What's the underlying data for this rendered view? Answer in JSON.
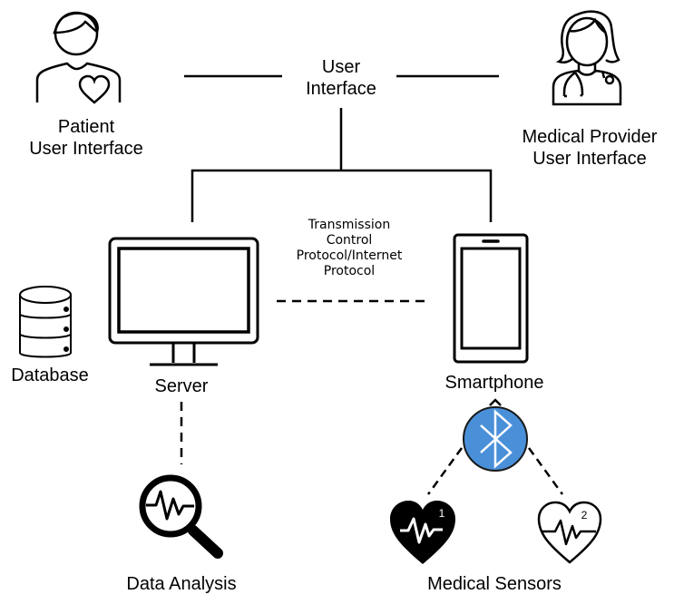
{
  "title": "User Interface",
  "colors": {
    "bluetooth": "#4a90d9",
    "stroke": "#000000"
  },
  "nodes": {
    "patient": {
      "line1": "Patient",
      "line2": "User Interface",
      "icon": "patient-heart-icon"
    },
    "provider": {
      "line1": "Medical Provider",
      "line2": "User Interface",
      "icon": "doctor-stethoscope-icon"
    },
    "ui": {
      "line1": "User",
      "line2": "Interface"
    },
    "server": {
      "label": "Server",
      "icon": "monitor-icon"
    },
    "database": {
      "label": "Database",
      "icon": "database-icon"
    },
    "smartphone": {
      "label": "Smartphone",
      "icon": "smartphone-icon"
    },
    "protocol": {
      "lines": [
        "Transmission",
        "Control",
        "Protocol/Internet",
        "Protocol"
      ]
    },
    "bluetooth": {
      "icon": "bluetooth-icon"
    },
    "analysis": {
      "label": "Data Analysis",
      "icon": "magnifier-heartbeat-icon"
    },
    "sensors": {
      "label": "Medical Sensors",
      "sensor1": "1",
      "sensor2": "2"
    }
  }
}
